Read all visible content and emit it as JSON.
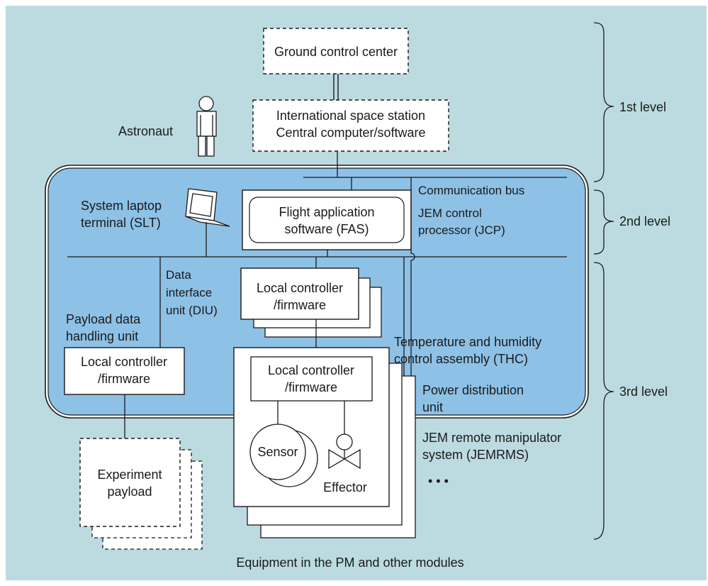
{
  "colors": {
    "background": "#bcdbe1",
    "panel_blue": "#8ec1e6",
    "box_fill": "#ffffff",
    "line": "#1a1a1a"
  },
  "nodes": {
    "ground": "Ground control center",
    "iss_line1": "International space station",
    "iss_line2": "Central computer/software",
    "astronaut": "Astronaut",
    "comm_bus": "Communication bus",
    "slt_line1": "System laptop",
    "slt_line2": "terminal (SLT)",
    "fas_line1": "Flight application",
    "fas_line2": "software (FAS)",
    "jcp_line1": "JEM control",
    "jcp_line2": "processor (JCP)",
    "diu_line1": "Data",
    "diu_line2": "interface",
    "diu_line3": "unit (DIU)",
    "pdhu_line1": "Payload data",
    "pdhu_line2": "handling unit",
    "lc_top_line1": "Local controller",
    "lc_top_line2": "/firmware",
    "lc_left_line1": "Local controller",
    "lc_left_line2": "/firmware",
    "lc_bottom_line1": "Local controller",
    "lc_bottom_line2": "/firmware",
    "thc_line1": "Temperature and humidity",
    "thc_line2": "control assembly (THC)",
    "pdu_line1": "Power distribution",
    "pdu_line2": "unit",
    "jemrms_line1": "JEM remote manipulator",
    "jemrms_line2": "system (JEMRMS)",
    "ellipsis": "• • •",
    "sensor": "Sensor",
    "effector": "Effector",
    "payload_line1": "Experiment",
    "payload_line2": "payload"
  },
  "levels": {
    "first": "1st level",
    "second": "2nd level",
    "third": "3rd level"
  },
  "caption": "Equipment in the PM and other modules"
}
